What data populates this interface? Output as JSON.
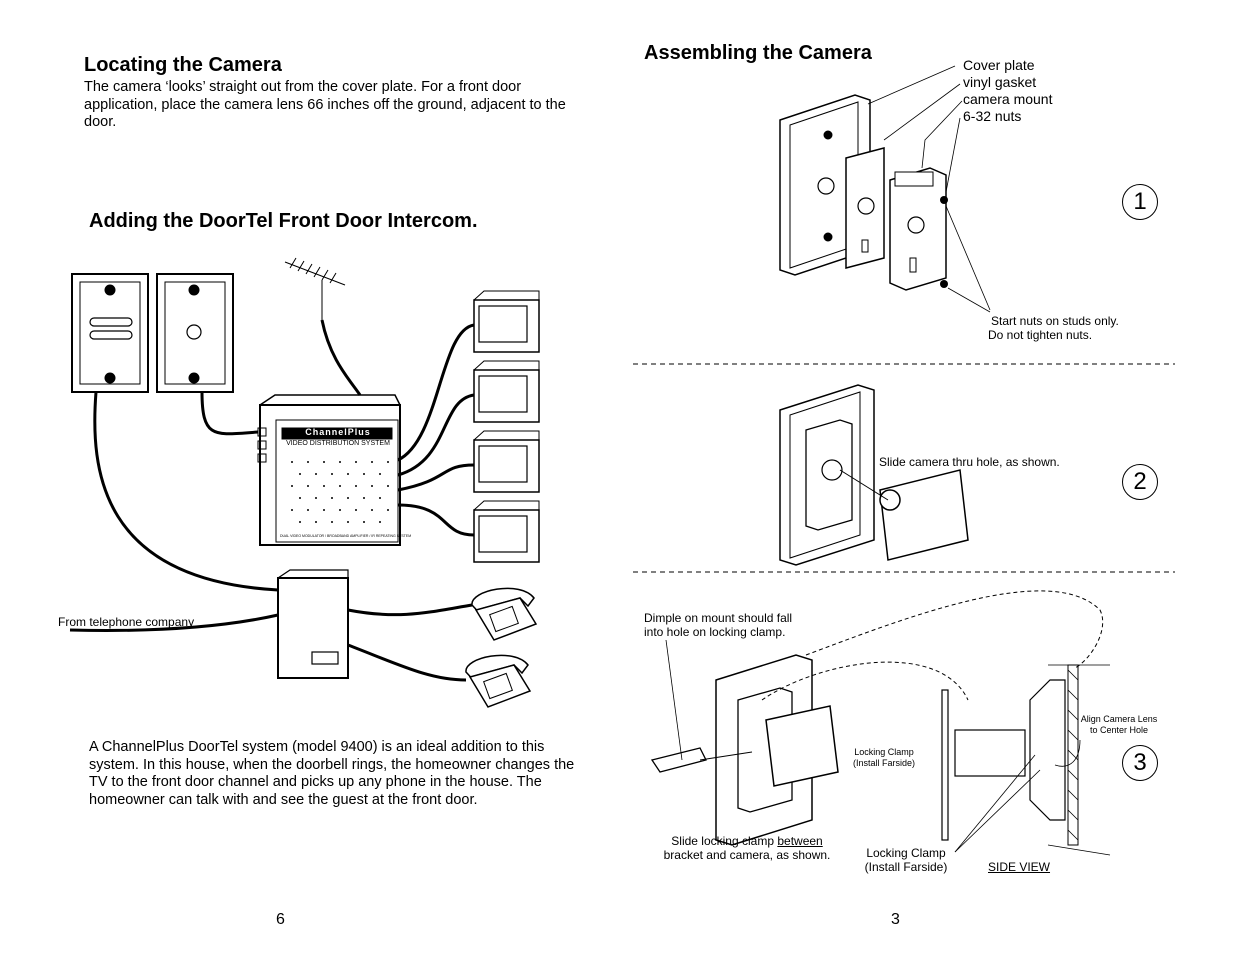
{
  "left_page": {
    "heading_locating": "Locating the Camera",
    "locating_text": "The camera ‘looks’ straight out from the cover plate. For a front door application, place the camera lens 66 inches off the ground, adjacent to the door.",
    "heading_adding": "Adding the DoorTel Front Door Intercom.",
    "label_phone_company": "From telephone company",
    "box_brand": "ChannelPlus",
    "box_caption": "VIDEO DISTRIBUTION SYSTEM",
    "box_footer": "DUAL VIDEO MODULATOR / BROADBAND AMPLIFIER / IR REPEATING SYSTEM",
    "description": "A ChannelPlus DoorTel system (model 9400) is an ideal addition to this system. In this house, when the doorbell rings, the homeowner changes the TV to the front door channel and picks up any phone in the house. The homeowner can talk with and see the guest at the front door.",
    "page_number": "6"
  },
  "right_page": {
    "heading_assembling": "Assembling the Camera",
    "part_labels": [
      "Cover plate",
      "vinyl gasket",
      "camera mount",
      "6-32 nuts"
    ],
    "step1_note_line1": "Start nuts on studs only.",
    "step1_note_line2": "Do not tighten nuts.",
    "step1_number": "1",
    "step2_note": "Slide camera thru hole, as shown.",
    "step2_number": "2",
    "dimple_note_line1": "Dimple on mount should fall",
    "dimple_note_line2": "into hole on locking clamp.",
    "locking_clamp_small_1": "Locking Clamp",
    "locking_clamp_small_2": "(Install Farside)",
    "align_note_line1": "Align Camera Lens",
    "align_note_line2": "to Center Hole",
    "slide_clamp_pre": "Slide locking clamp ",
    "slide_clamp_underlined": "between",
    "slide_clamp_line2": "bracket and camera, as shown.",
    "locking_clamp_label_1": "Locking Clamp",
    "locking_clamp_label_2": "(Install Farside)",
    "side_view": "SIDE VIEW",
    "step3_number": "3",
    "page_number": "3"
  }
}
